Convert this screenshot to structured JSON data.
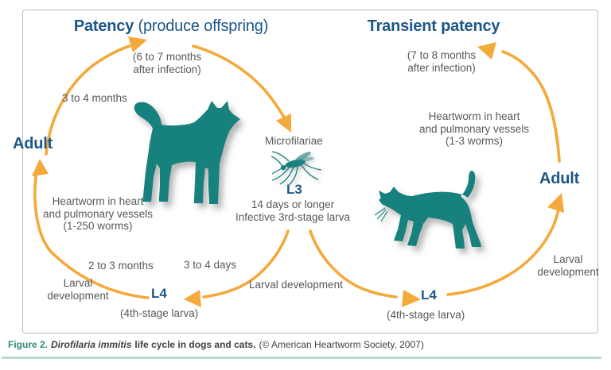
{
  "colors": {
    "arrow_gold": "#F4A93B",
    "label_navy": "#1B5788",
    "animal_teal": "#17817D",
    "text_gray": "#57585A",
    "caption_green": "#2E8A74",
    "box_border": "#BDBDBD",
    "bottom_rule": "#BCD9D2"
  },
  "dog_cycle": {
    "patency_title": "Patency",
    "patency_note": "(produce offspring)",
    "patency_timing": "(6 to 7 months\nafter infection)",
    "adult_to_patency": "3 to 4 months",
    "adult": "Adult",
    "adult_location": "Heartworm in heart\nand pulmonary vessels\n(1-250 worms)",
    "l4_to_adult": "2 to 3 months",
    "larval_development": "Larval\ndevelopment",
    "l4": "L4",
    "l4_note": "(4th-stage larva)",
    "l3_to_l4": "3 to 4 days"
  },
  "mosquito": {
    "microfilariae": "Microfilariae",
    "l3": "L3",
    "l3_note": "14 days or longer\nInfective 3rd-stage larva",
    "larval_development": "Larval development"
  },
  "cat_cycle": {
    "title": "Transient patency",
    "timing": "(7 to 8 months\nafter infection)",
    "adult_location": "Heartworm in heart\nand pulmonary vessels\n(1-3 worms)",
    "adult": "Adult",
    "larval_development": "Larval\ndevelopment",
    "l4": "L4",
    "l4_note": "(4th-stage larva)"
  },
  "caption": {
    "figure_label": "Figure 2.",
    "species": "Dirofilaria immitis",
    "title": "life cycle in dogs and cats.",
    "credit": "(© American Heartworm Society, 2007)"
  }
}
